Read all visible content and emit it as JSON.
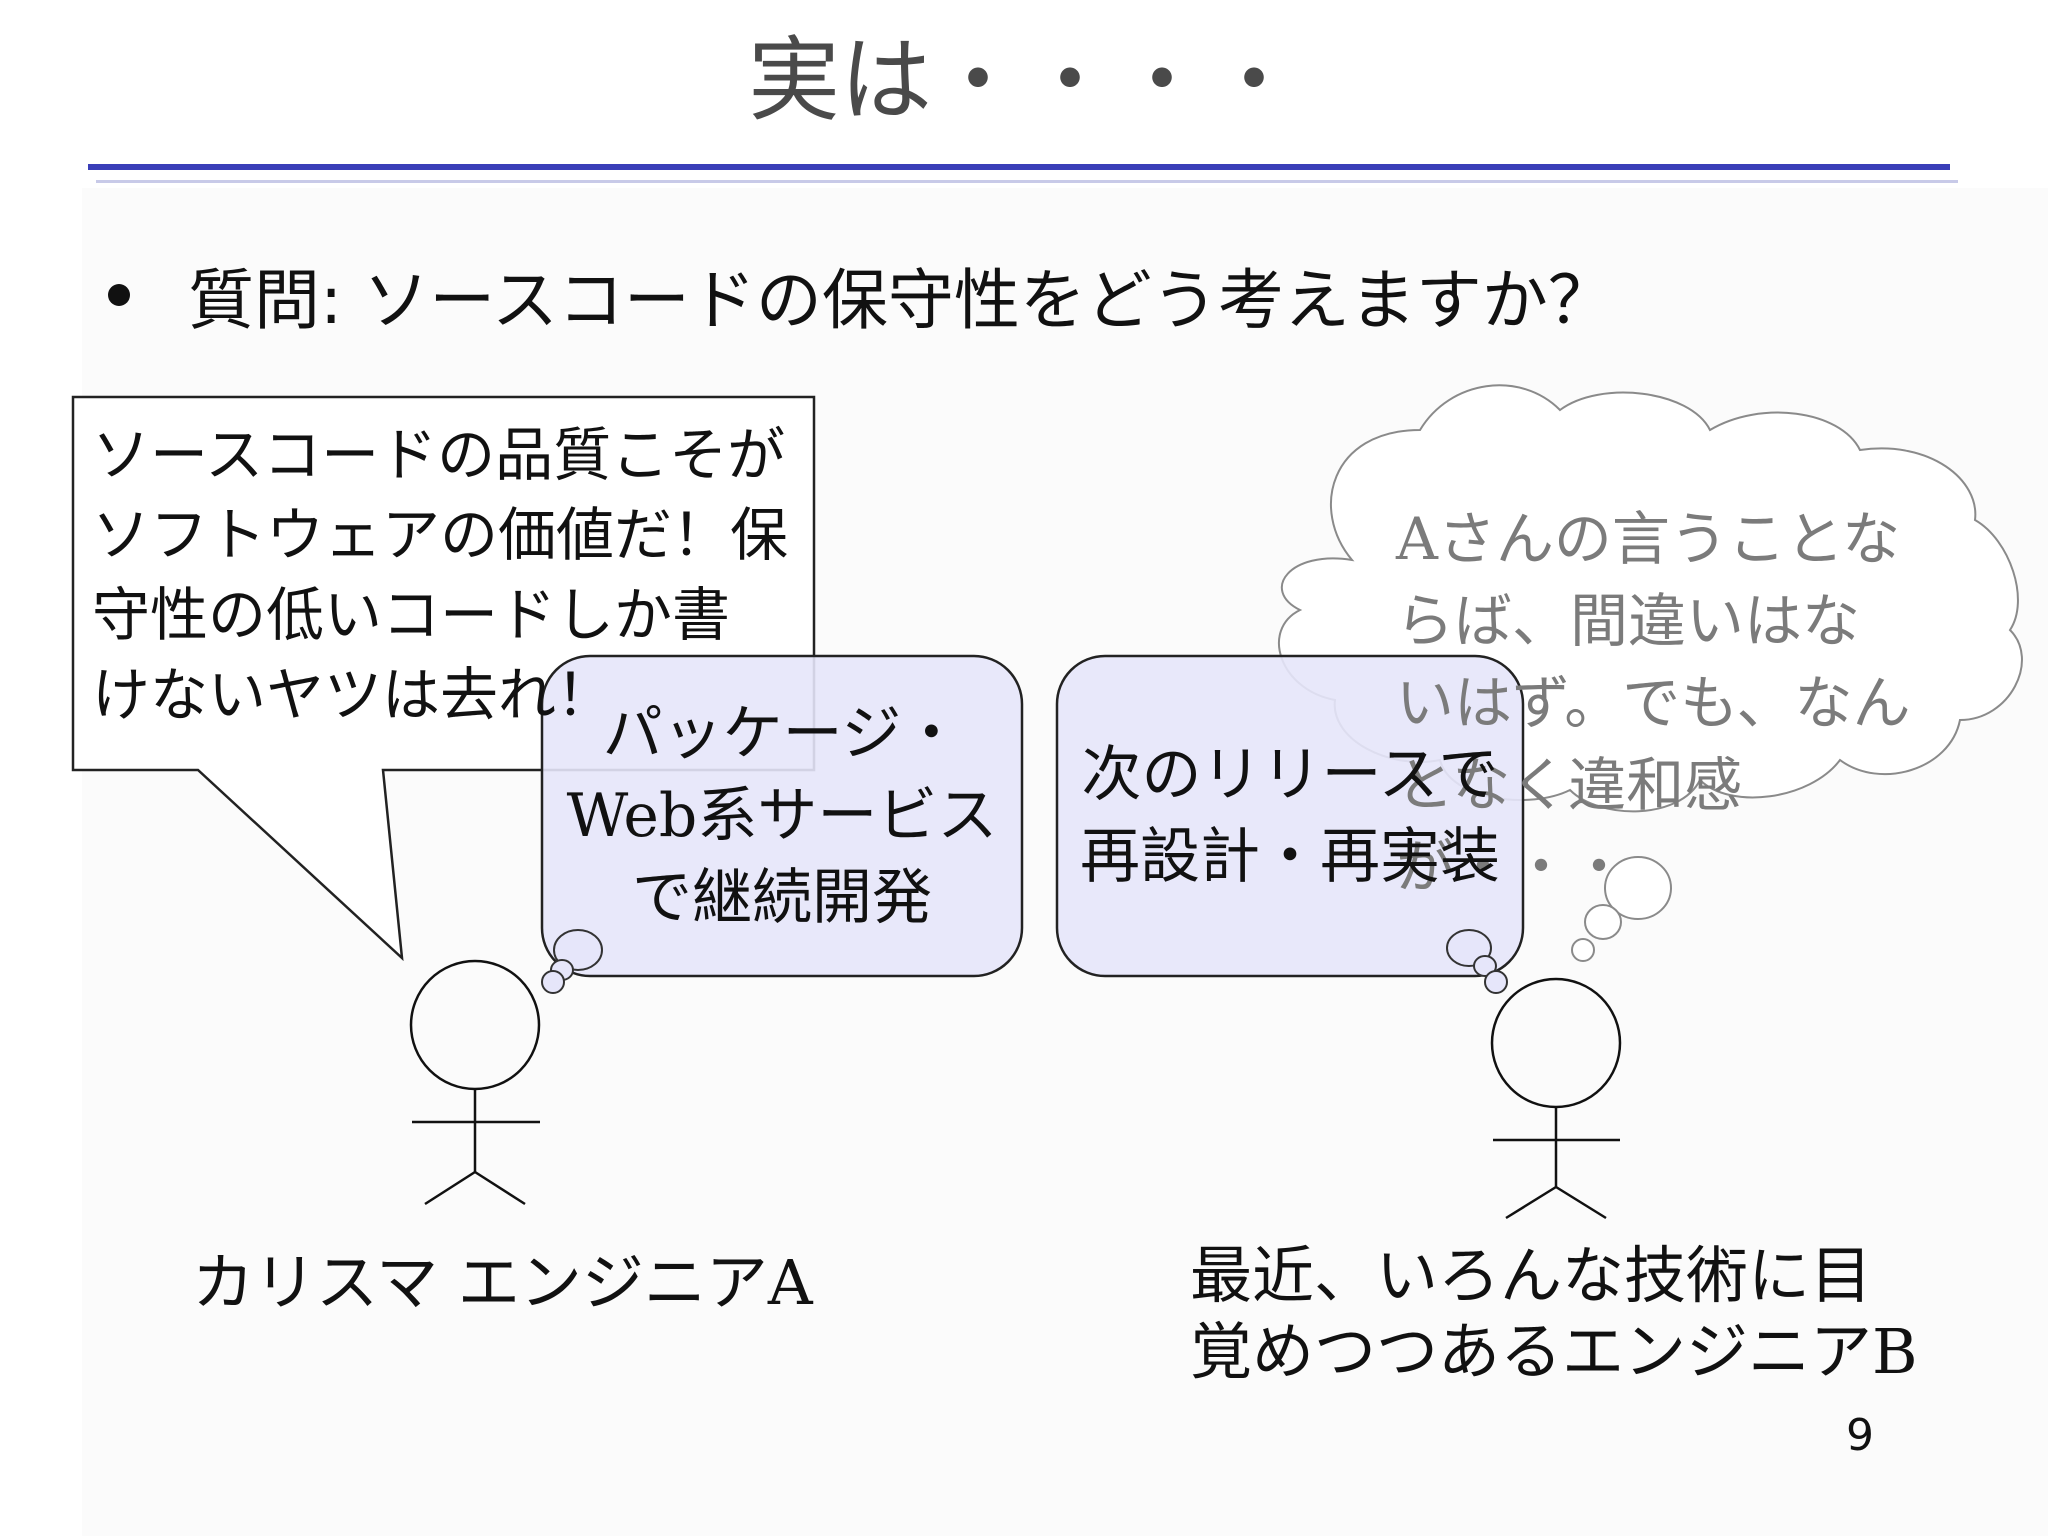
{
  "slide": {
    "title": "実は・・・・",
    "bullet": "質問: ソースコードの保守性をどう考えますか？",
    "speech_bubble_a": "ソースコードの品質こそが\nソフトウェアの価値だ！保\n守性の低いコードしか書\nけないヤツは去れ！",
    "thought_cloud_b": "Aさんの言うことな\nらば、間違いはな\nいはず。でも、なん\nとなく違和感が・・・",
    "box_left": "パッケージ・\nWeb系サービス\nで継続開発",
    "box_right": "次のリリースで\n再設計・再実装",
    "person_a_label": "カリスマ エンジニアA",
    "person_b_label": "最近、いろんな技術に目\n覚めつつあるエンジニアB",
    "page_number": "9"
  },
  "colors": {
    "title_text": "#4a4a4a",
    "rule": "#3a3eb8",
    "box_fill": "#e6e6fa",
    "cloud_text": "#7b7b7b"
  }
}
